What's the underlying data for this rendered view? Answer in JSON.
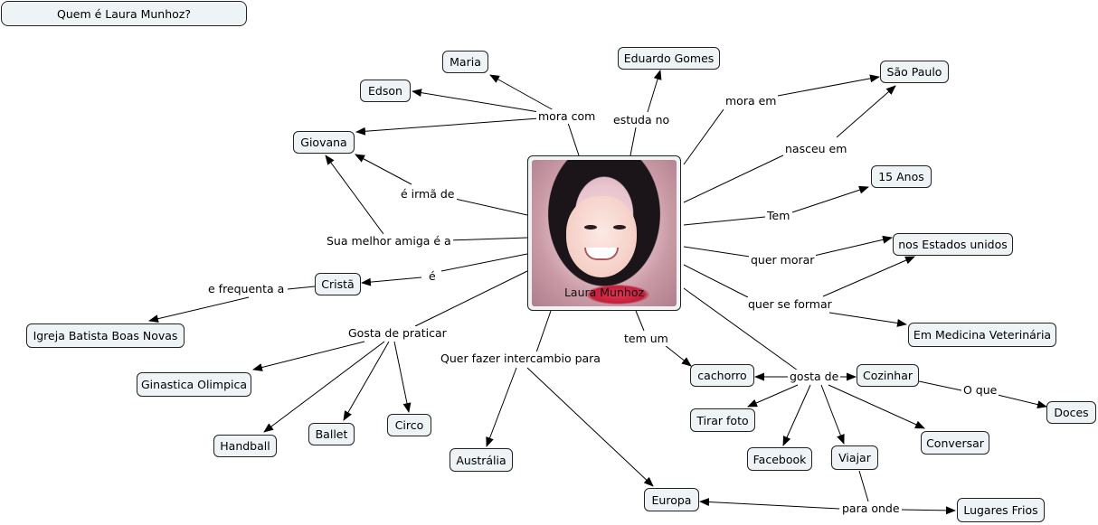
{
  "title": "Quem é Laura Munhoz?",
  "center": {
    "caption": "Laura Munhoz"
  },
  "nodes": {
    "maria": "Maria",
    "edson": "Edson",
    "giovana": "Giovana",
    "eduardo": "Eduardo Gomes",
    "sao_paulo": "São Paulo",
    "anos": "15 Anos",
    "estados": "nos Estados unidos",
    "medicina": "Em Medicina Veterinária",
    "crista": "Cristã",
    "igreja": "Igreja Batista Boas Novas",
    "ginastica": "Ginastica Olimpica",
    "handball": "Handball",
    "ballet": "Ballet",
    "circo": "Circo",
    "australia": "Austrália",
    "europa": "Europa",
    "cachorro": "cachorro",
    "tirar_foto": "Tirar foto",
    "facebook": "Facebook",
    "viajar": "Viajar",
    "conversar": "Conversar",
    "cozinhar": "Cozinhar",
    "doces": "Doces",
    "lugares_frios": "Lugares Frios"
  },
  "links": {
    "mora_com": "mora com",
    "estuda_no": "estuda no",
    "mora_em": "mora em",
    "nasceu_em": "nasceu em",
    "irma_de": "é irmã de",
    "melhor_amiga": "Sua melhor amiga é a",
    "tem": "Tem",
    "quer_morar": "quer morar",
    "e": "é",
    "frequenta": "e frequenta a",
    "quer_formar": "quer se formar",
    "gosta_praticar": "Gosta de praticar",
    "intercambio": "Quer fazer intercambio para",
    "tem_um": "tem um",
    "gosta_de": "gosta de",
    "o_que": "O que",
    "para_onde": "para onde"
  }
}
